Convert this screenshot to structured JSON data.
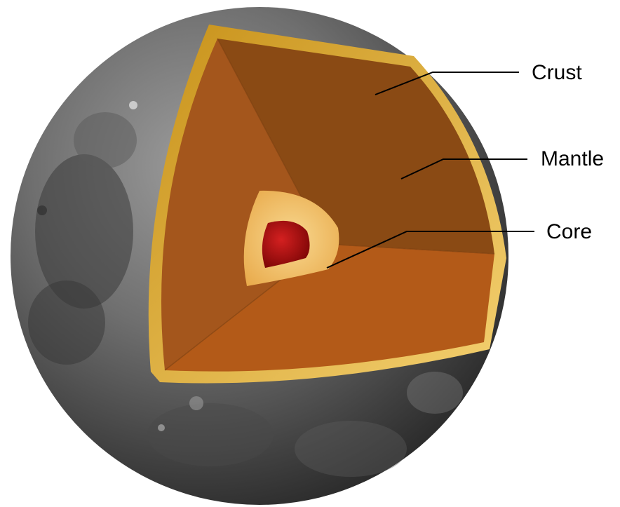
{
  "labels": {
    "crust": "Crust",
    "mantle": "Mantle",
    "core": "Core"
  },
  "colors": {
    "background": "#ffffff",
    "moon_surface": "#6e6e6e",
    "crust": "#e0a820",
    "mantle_dark": "#8a4a14",
    "mantle_light": "#b0561a",
    "outer_core": "#f2c46a",
    "inner_core": "#a80c0c",
    "leader_line": "#000000"
  }
}
